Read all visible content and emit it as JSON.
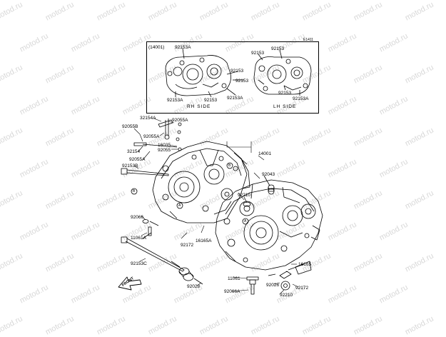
{
  "diagram_code": "E1411",
  "inset": {
    "group_label": "(14001)",
    "rh_side": "RH SIDE",
    "lh_side": "LH SIDE",
    "labels": [
      "92153A",
      "92153",
      "92153",
      "92153A",
      "92153",
      "92153A",
      "92153",
      "92153A",
      "92153",
      "92153"
    ]
  },
  "callouts": {
    "c32154A": "32154A",
    "c92055A_top": "92055A",
    "c92055B": "92055B",
    "c92055A_mid": "92055A",
    "c16035": "16035",
    "c92055": "92055",
    "c32154": "32154",
    "c92055A_low": "92055A",
    "c14001": "14001",
    "c92153B": "92153B",
    "c92043": "92043",
    "c92210_upper": "92210",
    "c92066": "92066",
    "c11061A": "11061A",
    "c16165A": "16165A",
    "c92172_left": "92172",
    "c92153C": "92153C",
    "c16165": "16165",
    "c11061": "11061",
    "c92028_left": "92028",
    "c92026": "92026",
    "c92172_right": "92172",
    "c92066A": "92066A",
    "c92210_lower": "92210"
  },
  "markers": {
    "a": "A",
    "b": "B"
  },
  "front_label": "FRONT",
  "watermark": "motod.ru"
}
